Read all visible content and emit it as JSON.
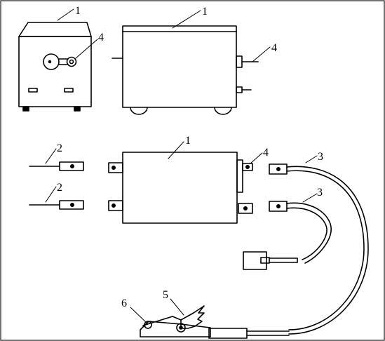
{
  "labels": {
    "top_left_1": "1",
    "top_left_4": "4",
    "top_right_1": "1",
    "top_right_4": "4",
    "mid_1": "1",
    "mid_4": "4",
    "lead_upper_2": "2",
    "lead_lower_2": "2",
    "cable_outer_3": "3",
    "cable_inner_3": "3",
    "clamp_5": "5",
    "clamp_6": "6"
  }
}
